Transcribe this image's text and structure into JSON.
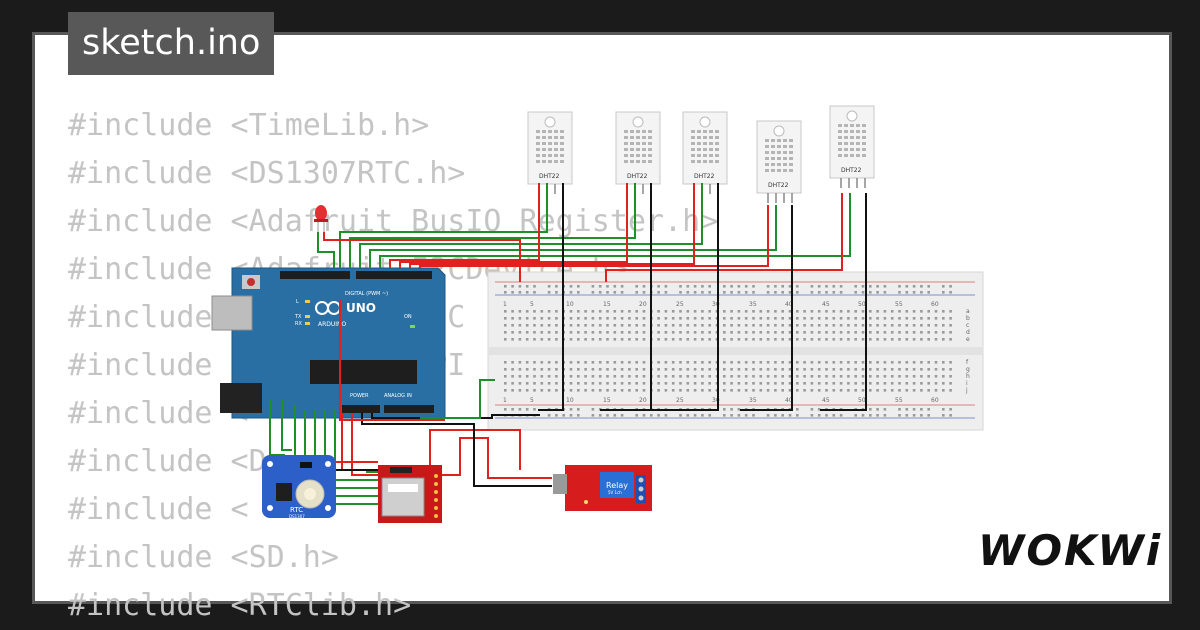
{
  "header": {
    "filename": "sketch.ino"
  },
  "code": {
    "lines": [
      "#include <TimeLib.h>",
      "#include <DS1307RTC.h>",
      "#include <Adafruit_BusIO_Register.h>",
      "#include <Adafruit_I2CDevice.h>",
      "#include <Adafruit_I2C",
      "#include <Adafruit_SPI",
      "#include <",
      "#include <D",
      "#include <",
      "#include <SD.h>",
      "#include <RTClib.h>"
    ]
  },
  "circuit": {
    "arduino": {
      "logo": "UNO",
      "brand": "ARDUINO",
      "digital_label": "DIGITAL (PWM ~)",
      "power_label": "POWER",
      "analog_label": "ANALOG IN",
      "on_label": "ON",
      "l_label": "L",
      "tx_label": "TX",
      "rx_label": "RX"
    },
    "sensors": [
      {
        "label": "DHT22"
      },
      {
        "label": "DHT22"
      },
      {
        "label": "DHT22"
      },
      {
        "label": "DHT22"
      },
      {
        "label": "DHT22"
      }
    ],
    "breadboard": {
      "column_numbers": [
        "1",
        "5",
        "10",
        "15",
        "20",
        "25",
        "30",
        "35",
        "40",
        "45",
        "50",
        "55",
        "60"
      ],
      "row_letters_top": [
        "a",
        "b",
        "c",
        "d",
        "e"
      ],
      "row_letters_bottom": [
        "f",
        "g",
        "h",
        "i",
        "j"
      ]
    },
    "rtc": {
      "label": "RTC",
      "chip": "DS1307"
    },
    "relay": {
      "label": "Relay",
      "sublabel": "5V 1ch"
    }
  },
  "footer": {
    "brand": "WOKWi"
  },
  "colors": {
    "background": "#1b1b1b",
    "card": "#ffffff",
    "tab": "#585858",
    "code_text": "#c4c4c4",
    "arduino_blue": "#2a6fa3",
    "wire_red": "#e22020",
    "wire_green": "#1f8f2a",
    "wire_black": "#111111",
    "module_red": "#c81818",
    "rtc_blue": "#2d5fc8"
  }
}
